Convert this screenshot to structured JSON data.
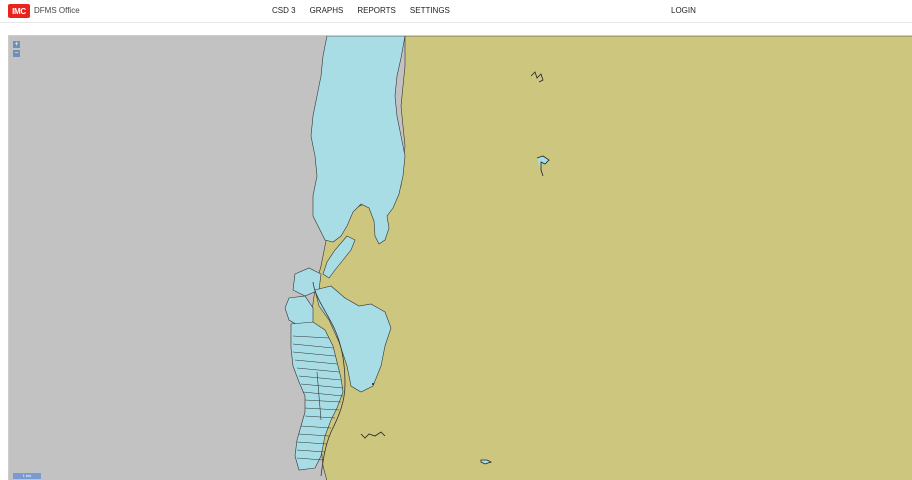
{
  "header": {
    "logo_text": "IMC",
    "app_title": "DFMS Office",
    "nav": [
      "CSD 3",
      "GRAPHS",
      "REPORTS",
      "SETTINGS"
    ],
    "login": "LOGIN"
  },
  "map": {
    "zoom_in": "+",
    "zoom_out": "−",
    "scale_label": "1 km",
    "colors": {
      "sea": "#c2c2c2",
      "land": "#cdc67f",
      "water_blocks": "#a9dde6",
      "outline": "#333333"
    }
  }
}
